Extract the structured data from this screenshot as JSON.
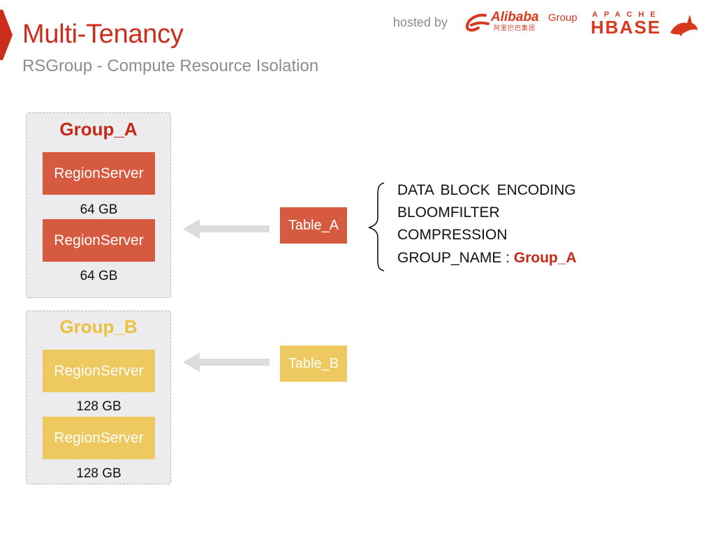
{
  "header": {
    "title": "Multi-Tenancy",
    "subtitle": "RSGroup - Compute Resource Isolation",
    "hosted_by": "hosted by",
    "sponsor_logos": {
      "alibaba": {
        "word": "Alibaba",
        "group": "Group",
        "chinese": "阿里巴巴集团"
      },
      "hbase": {
        "apache": "APACHE",
        "word": "HBASE"
      }
    }
  },
  "colors": {
    "accent_red": "#cc2d1b",
    "group_a": "#c52a17",
    "group_b": "#ebc13f",
    "rs_red": "#d65a40",
    "rs_yellow": "#edc95f"
  },
  "groups": [
    {
      "name": "Group_A",
      "servers": [
        {
          "label": "RegionServer",
          "memory": "64 GB"
        },
        {
          "label": "RegionServer",
          "memory": "64 GB"
        }
      ],
      "table": "Table_A"
    },
    {
      "name": "Group_B",
      "servers": [
        {
          "label": "RegionServer",
          "memory": "128 GB"
        },
        {
          "label": "RegionServer",
          "memory": "128 GB"
        }
      ],
      "table": "Table_B"
    }
  ],
  "table_attributes": {
    "items": [
      "DATA BLOCK ENCODING",
      "BLOOMFILTER",
      "COMPRESSION",
      "GROUP_NAME : "
    ],
    "group_name_value": "Group_A"
  }
}
